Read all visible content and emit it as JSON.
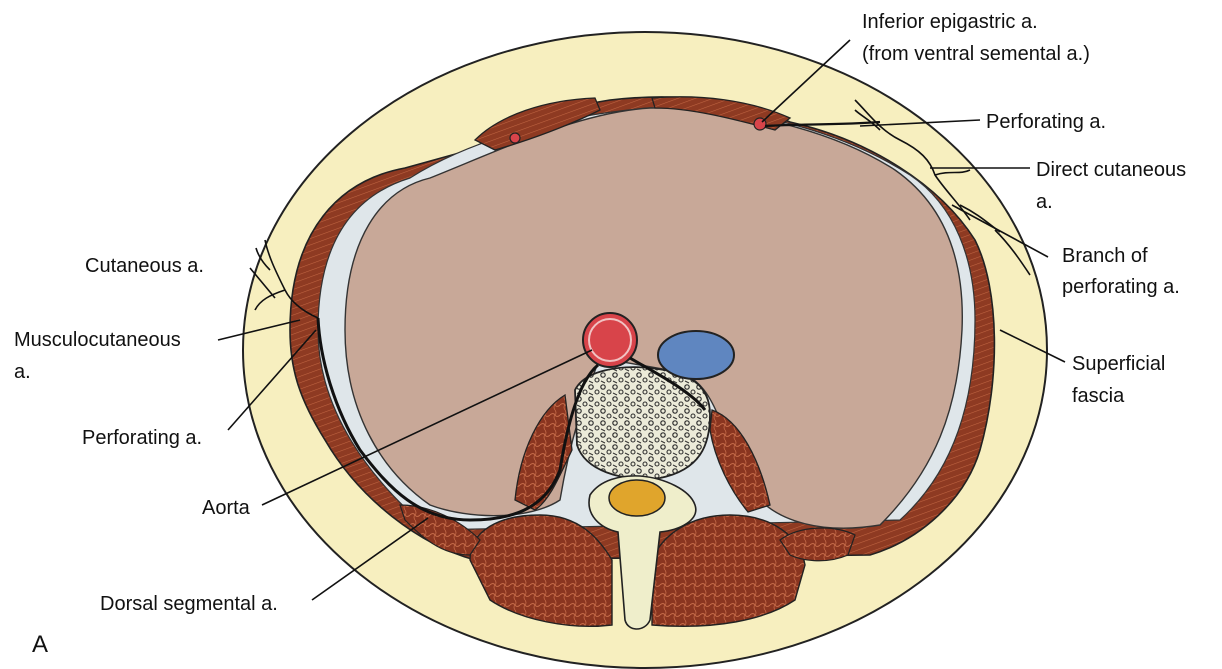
{
  "panel_letter": "A",
  "labels": {
    "inferior_epigastric_line1": "Inferior epigastric a.",
    "inferior_epigastric_line2": "(from ventral semental a.)",
    "perforating_right": "Perforating a.",
    "direct_cutaneous_line1": "Direct cutaneous",
    "direct_cutaneous_line2": "a.",
    "branch_perforating_line1": "Branch of",
    "branch_perforating_line2": "perforating a.",
    "superficial_fascia_line1": "Superficial",
    "superficial_fascia_line2": "fascia",
    "cutaneous": "Cutaneous a.",
    "musculocutaneous_line1": "Musculocutaneous",
    "musculocutaneous_line2": "a.",
    "perforating_left": "Perforating a.",
    "aorta": "Aorta",
    "dorsal_segmental": "Dorsal segmental a."
  },
  "colors": {
    "skin": "#f7efbf",
    "skin_outline": "#222222",
    "muscle": "#8e3a22",
    "muscle_line": "#c86a44",
    "abdominal_cavity": "#c8a898",
    "connective": "#dfe6ea",
    "aorta": "#d8444a",
    "vena_cava": "#5f86c0",
    "bone": "#efeecb",
    "spinal_cord": "#e0a52c"
  }
}
